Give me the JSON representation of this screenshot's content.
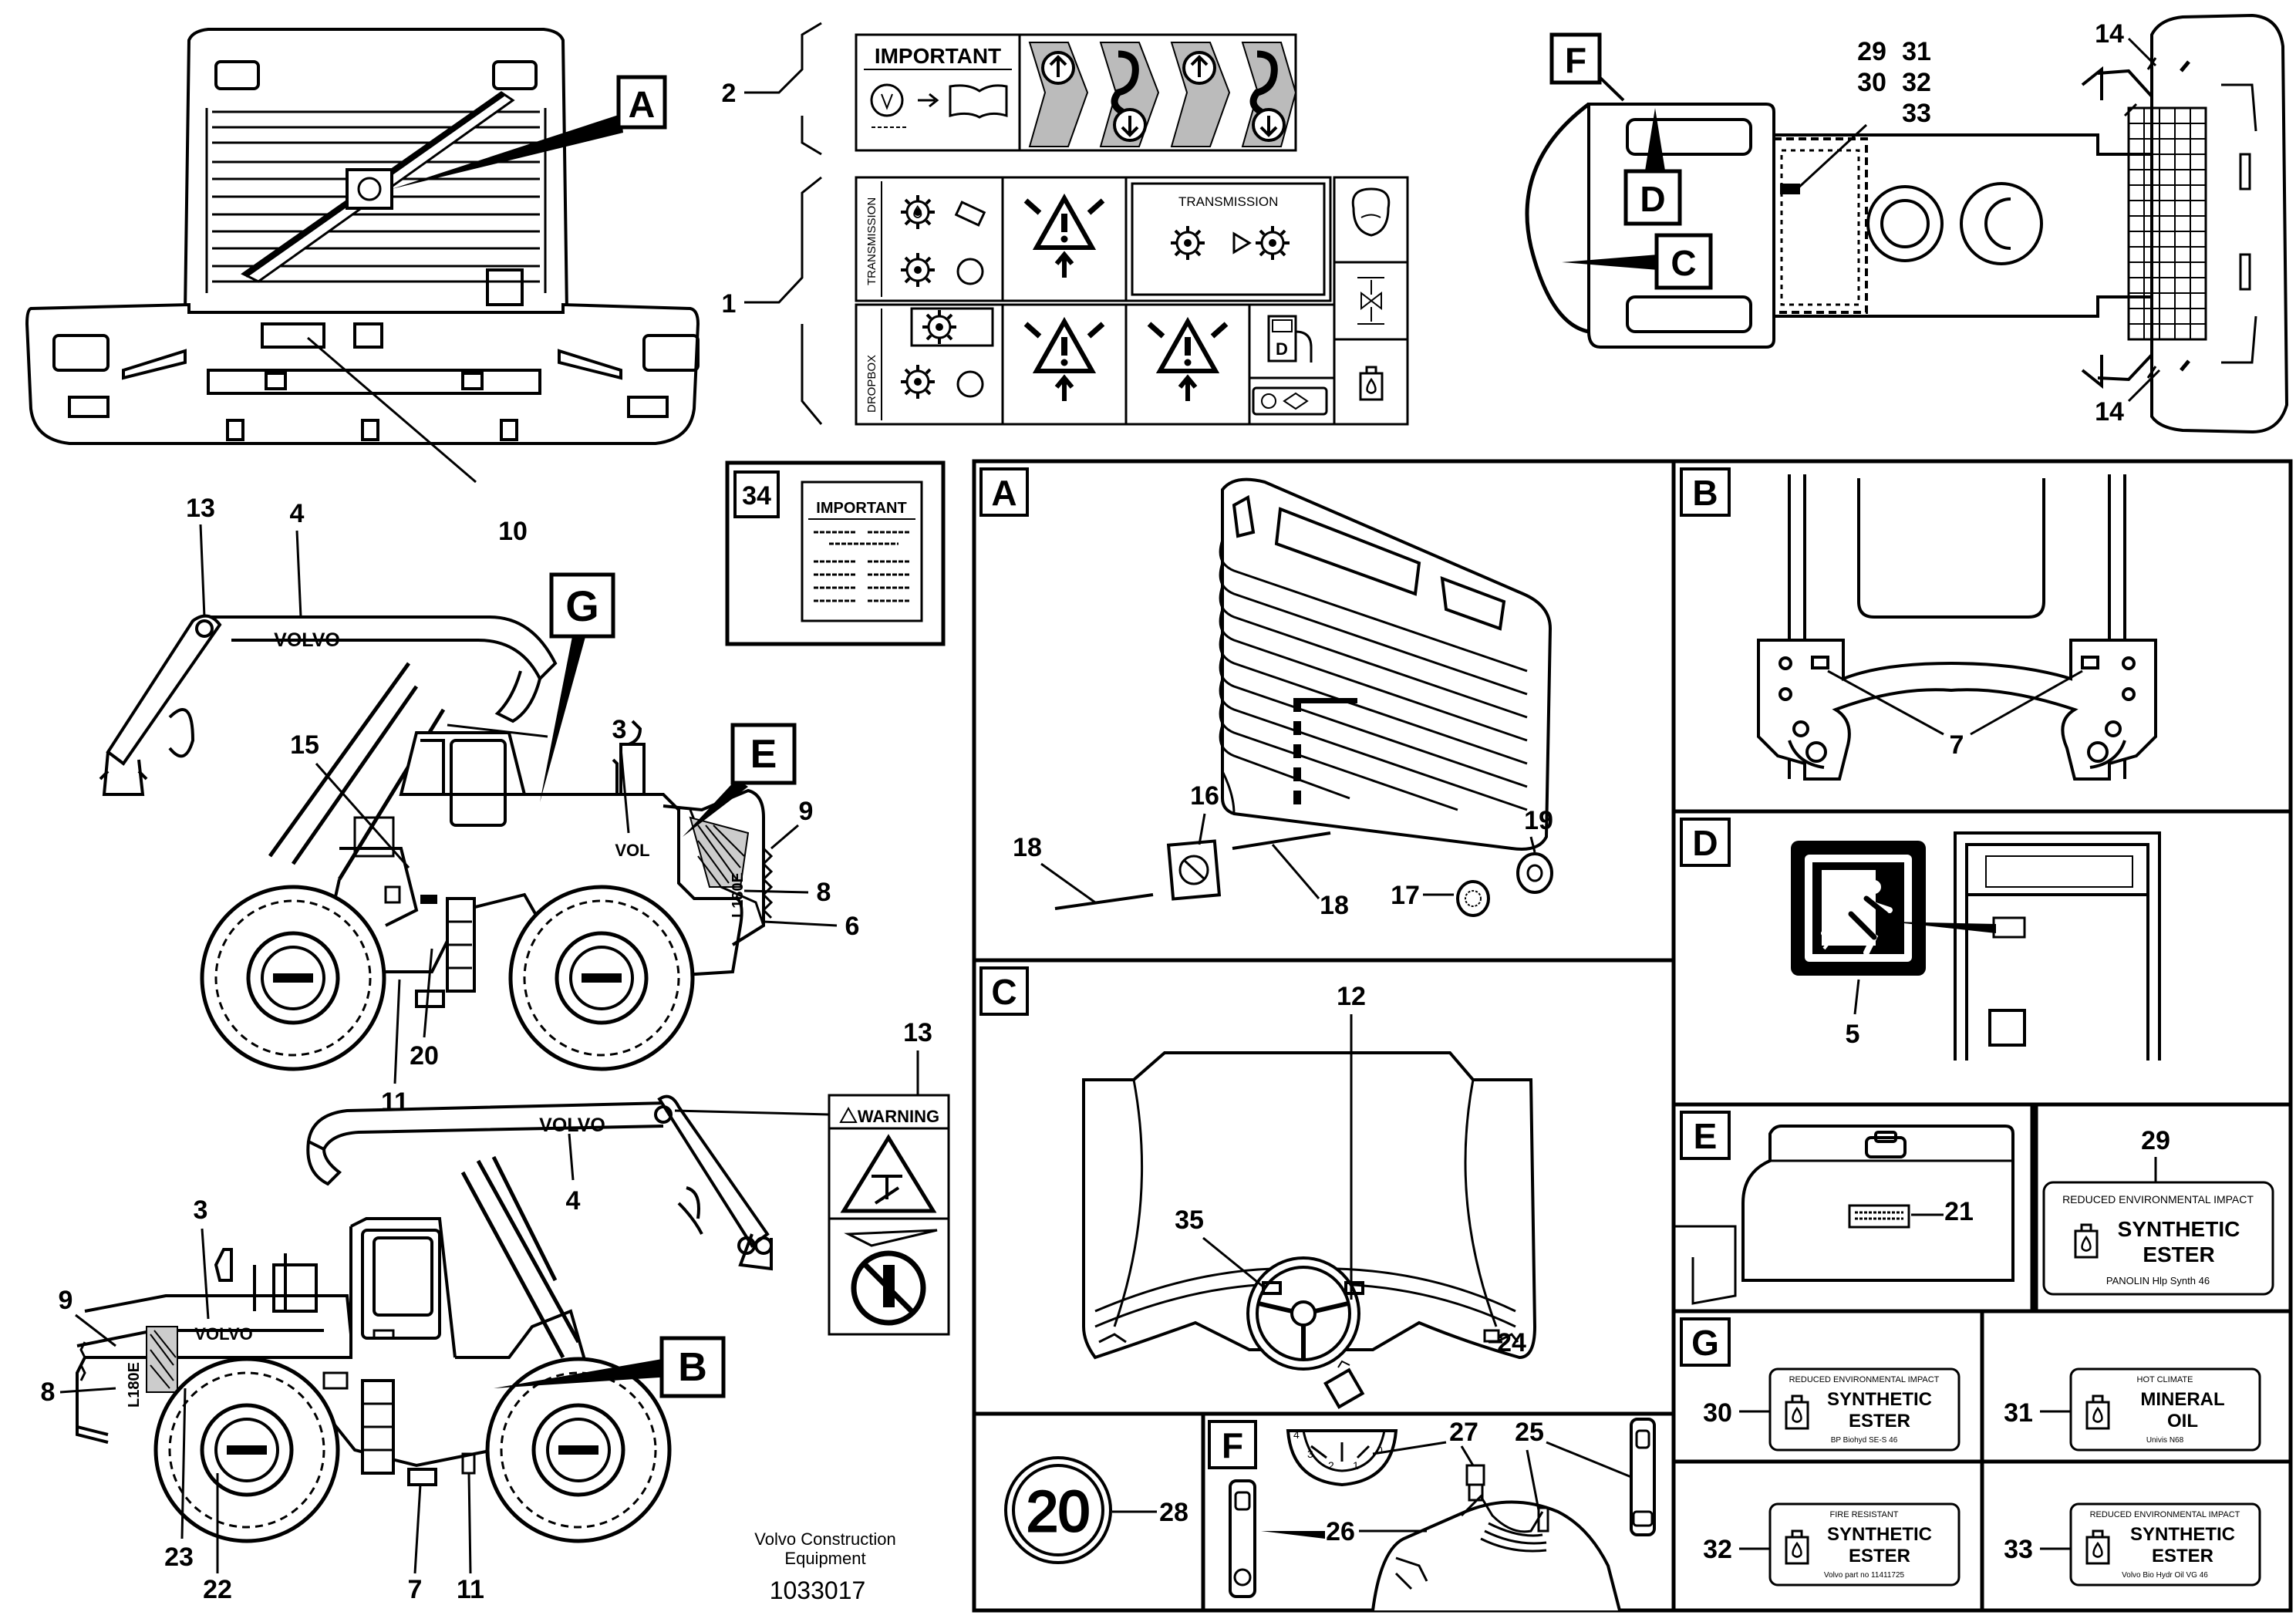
{
  "callouts": {
    "n1": "1",
    "n2": "2",
    "n3a": "3",
    "n3b": "3",
    "n4a": "4",
    "n4b": "4",
    "n5": "5",
    "n6": "6",
    "n7a": "7",
    "n7b": "7",
    "n8a": "8",
    "n8b": "8",
    "n9a": "9",
    "n9b": "9",
    "n10": "10",
    "n11a": "11",
    "n11b": "11",
    "n12": "12",
    "n13a": "13",
    "n13b": "13",
    "n14a": "14",
    "n14b": "14",
    "n15": "15",
    "n16": "16",
    "n17": "17",
    "n18a": "18",
    "n18b": "18",
    "n19": "19",
    "n20": "20",
    "n21": "21",
    "n22": "22",
    "n23": "23",
    "n24": "24",
    "n25": "25",
    "n26": "26",
    "n27": "27",
    "n28": "28",
    "n29": "29",
    "n29top": "29",
    "n30": "30",
    "n30top": "30",
    "n31": "31",
    "n31top": "31",
    "n32": "32",
    "n32top": "32",
    "n33": "33",
    "n33top": "33",
    "n34": "34",
    "n35": "35"
  },
  "letters": {
    "A": "A",
    "B": "B",
    "C": "C",
    "D": "D",
    "E": "E",
    "F": "F",
    "G": "G"
  },
  "decals": {
    "important": "IMPORTANT",
    "transmission": "TRANSMISSION",
    "transmission_vertical": "TRANSMISSION",
    "dropbox": "DROPBOX",
    "warning": "WARNING",
    "volvo": "VOLVO",
    "volvo_partial": "VOL",
    "model": "L180E",
    "speed": "20"
  },
  "panels": {
    "p29": {
      "header": "REDUCED ENVIRONMENTAL IMPACT",
      "line1": "SYNTHETIC",
      "line2": "ESTER",
      "footer": "PANOLIN Hlp Synth 46"
    },
    "p30": {
      "header": "REDUCED ENVIRONMENTAL IMPACT",
      "line1": "SYNTHETIC",
      "line2": "ESTER",
      "footer": "BP Biohyd SE-S 46"
    },
    "p31": {
      "header": "HOT CLIMATE",
      "line1": "MINERAL",
      "line2": "OIL",
      "footer": "Univis N68"
    },
    "p32": {
      "header": "FIRE RESISTANT",
      "line1": "SYNTHETIC",
      "line2": "ESTER",
      "footer": "Volvo part no 11411725"
    },
    "p33": {
      "header": "REDUCED ENVIRONMENTAL IMPACT",
      "line1": "SYNTHETIC",
      "line2": "ESTER",
      "footer": "Volvo Bio Hydr Oil VG 46"
    }
  },
  "footer": {
    "company1": "Volvo Construction",
    "company2": "Equipment",
    "docno": "1033017"
  }
}
